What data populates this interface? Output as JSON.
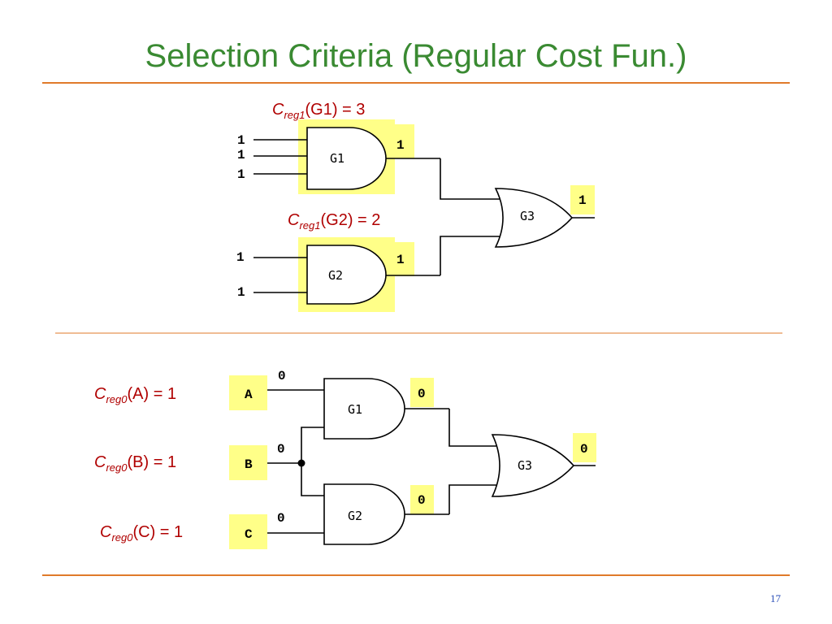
{
  "slide": {
    "title": "Selection Criteria (Regular Cost Fun.)",
    "page_number": "17"
  },
  "top_circuit": {
    "cost_g1": {
      "c": "C",
      "sub": "reg1",
      "rest": "(G1) = 3"
    },
    "cost_g2": {
      "c": "C",
      "sub": "reg1",
      "rest": "(G2) = 2"
    },
    "g1": {
      "label": "G1",
      "inputs": [
        "1",
        "1",
        "1"
      ],
      "output": "1"
    },
    "g2": {
      "label": "G2",
      "inputs": [
        "1",
        "1"
      ],
      "output": "1"
    },
    "g3": {
      "label": "G3",
      "output": "1"
    }
  },
  "bottom_circuit": {
    "costs": [
      {
        "c": "C",
        "sub": "reg0",
        "rest": "(A) = 1"
      },
      {
        "c": "C",
        "sub": "reg0",
        "rest": "(B) = 1"
      },
      {
        "c": "C",
        "sub": "reg0",
        "rest": "(C) = 1"
      }
    ],
    "inputs": [
      {
        "name": "A",
        "value": "0"
      },
      {
        "name": "B",
        "value": "0"
      },
      {
        "name": "C",
        "value": "0"
      }
    ],
    "g1": {
      "label": "G1",
      "output": "0"
    },
    "g2": {
      "label": "G2",
      "output": "0"
    },
    "g3": {
      "label": "G3",
      "output": "0"
    }
  },
  "colors": {
    "title": "#3a8a32",
    "rule": "#e07a2a",
    "highlight": "#ffff88",
    "cost_text": "#b00000",
    "page_number": "#2b4fb8"
  }
}
